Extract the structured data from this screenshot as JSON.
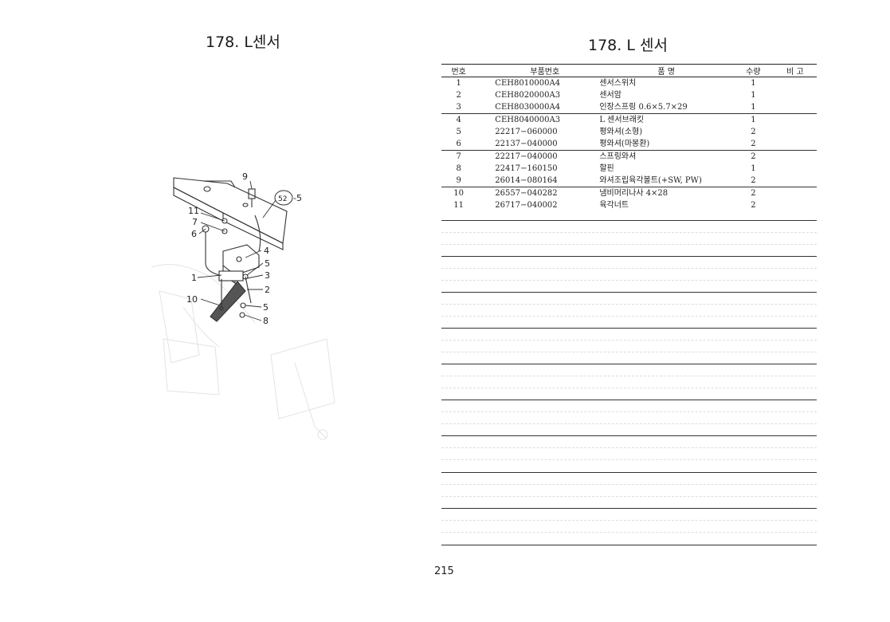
{
  "left_page": {
    "title": "178. L센서",
    "callouts": [
      {
        "label": "9"
      },
      {
        "label": "52"
      },
      {
        "label": "-5"
      },
      {
        "label": "11"
      },
      {
        "label": "7"
      },
      {
        "label": "6"
      },
      {
        "label": "4"
      },
      {
        "label": "5"
      },
      {
        "label": "1"
      },
      {
        "label": "3"
      },
      {
        "label": "2"
      },
      {
        "label": "10"
      },
      {
        "label": "5"
      },
      {
        "label": "8"
      }
    ]
  },
  "right_page": {
    "title": "178. L 센서",
    "table": {
      "headers": [
        "번호",
        "부품번호",
        "품 명",
        "수량",
        "비 고"
      ],
      "rows": [
        {
          "no": "1",
          "part": "CEH8010000A4",
          "name": "센서스위치",
          "qty": "1",
          "remarks": ""
        },
        {
          "no": "2",
          "part": "CEH8020000A3",
          "name": "센서암",
          "qty": "1",
          "remarks": ""
        },
        {
          "no": "3",
          "part": "CEH8030000A4",
          "name": "인장스프링 0.6×5.7×29",
          "qty": "1",
          "remarks": ""
        },
        {
          "no": "4",
          "part": "CEH8040000A3",
          "name": "L 센서브래킷",
          "qty": "1",
          "remarks": ""
        },
        {
          "no": "5",
          "part": "22217−060000",
          "name": "평와셔(소형)",
          "qty": "2",
          "remarks": ""
        },
        {
          "no": "6",
          "part": "22137−040000",
          "name": "평와셔(마봉환)",
          "qty": "2",
          "remarks": ""
        },
        {
          "no": "7",
          "part": "22217−040000",
          "name": "스프링와셔",
          "qty": "2",
          "remarks": ""
        },
        {
          "no": "8",
          "part": "22417−160150",
          "name": "할핀",
          "qty": "1",
          "remarks": ""
        },
        {
          "no": "9",
          "part": "26014−080164",
          "name": "와셔조립육각볼트(+SW, PW)",
          "qty": "2",
          "remarks": ""
        },
        {
          "no": "10",
          "part": "26557−040282",
          "name": "냄비머리나사 4×28",
          "qty": "2",
          "remarks": ""
        },
        {
          "no": "11",
          "part": "26717−040002",
          "name": "육각너트",
          "qty": "2",
          "remarks": ""
        }
      ]
    }
  },
  "page_number": "215"
}
